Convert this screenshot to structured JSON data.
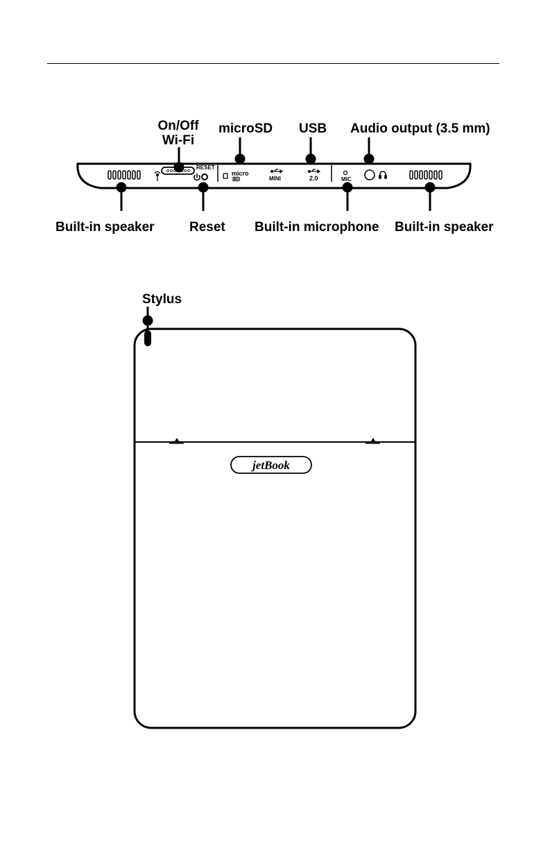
{
  "labels": {
    "on_off": "On/Off",
    "wifi": "Wi-Fi",
    "microsd": "microSD",
    "usb": "USB",
    "audio_output": "Audio output (3.5 mm)",
    "speaker_left": "Built-in speaker",
    "reset": "Reset",
    "microphone": "Built-in microphone",
    "speaker_right": "Built-in speaker",
    "stylus": "Stylus"
  },
  "device_markings": {
    "reset": "RESET",
    "micro": "micro",
    "mini": "MINI",
    "usb_version": "2.0",
    "mic": "MIC",
    "logo": "jetBook"
  }
}
